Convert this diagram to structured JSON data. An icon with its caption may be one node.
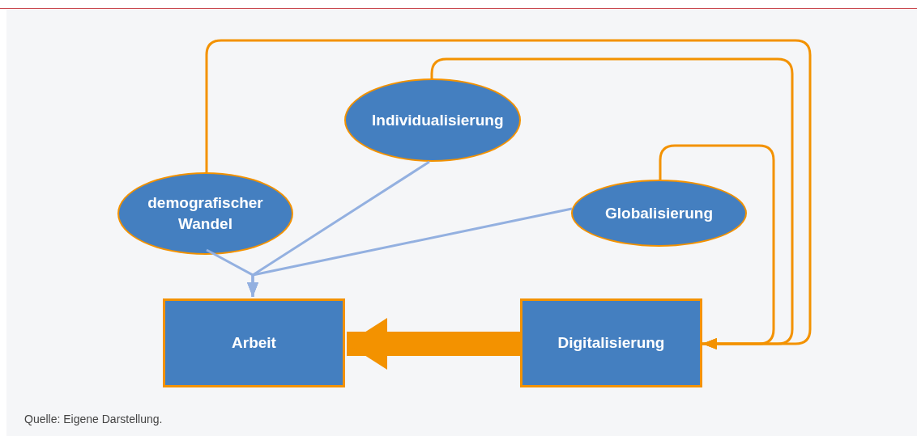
{
  "diagram": {
    "caption": "Quelle: Eigene Darstellung.",
    "nodes": [
      {
        "text": [
          "Individualisierung"
        ]
      },
      {
        "text": [
          "demografischer Wandel"
        ]
      },
      {
        "text": [
          "Globalisierung"
        ]
      },
      {
        "text": [
          "Arbeit"
        ]
      },
      {
        "text": [
          "Digitalisierung"
        ]
      }
    ],
    "edges": [
      {
        "from": 1,
        "to": 3,
        "arrow": "to",
        "color": "#93b0e0"
      },
      {
        "from": 0,
        "to": 3,
        "arrow": "to",
        "color": "#93b0e0"
      },
      {
        "from": 2,
        "to": 3,
        "arrow": "to",
        "color": "#93b0e0"
      },
      {
        "from": 4,
        "to": 3,
        "arrow": "to",
        "style": "thick",
        "color": "#f39200"
      },
      {
        "from": 1,
        "to": 4,
        "arrow": "to",
        "color": "#f39200"
      },
      {
        "from": 0,
        "to": 4,
        "arrow": "to",
        "color": "#f39200"
      },
      {
        "from": 2,
        "to": 4,
        "arrow": "to",
        "color": "#f39200"
      }
    ]
  }
}
